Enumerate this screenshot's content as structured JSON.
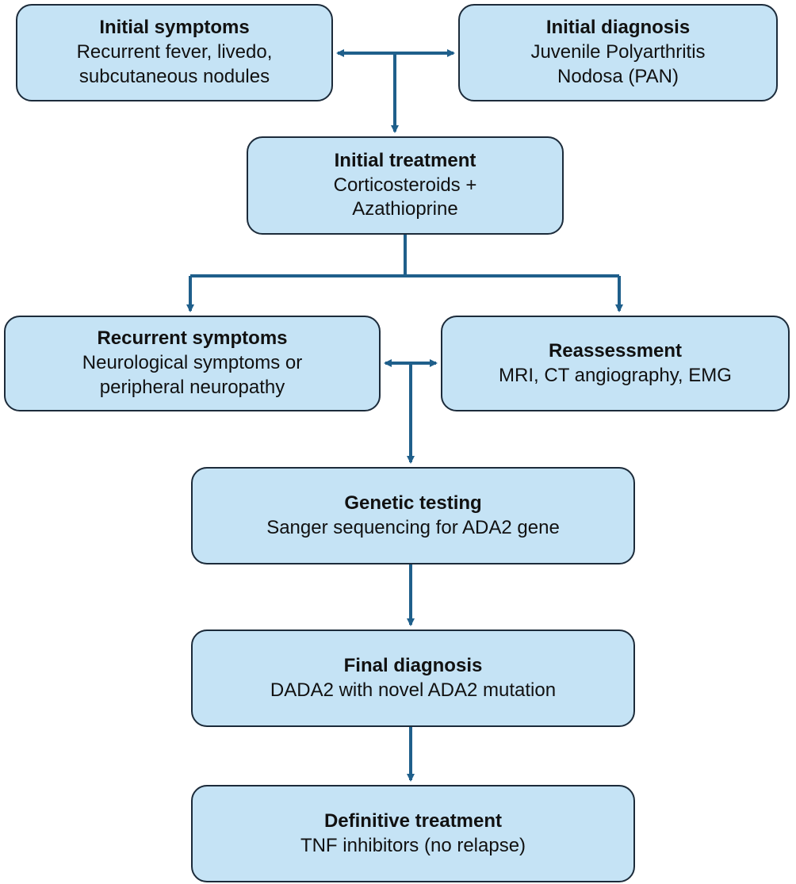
{
  "colors": {
    "box_fill": "#c5e3f5",
    "box_border": "#1c2b3a",
    "arrow": "#1f5f8b"
  },
  "boxes": {
    "initial_symptoms": {
      "title": "Initial symptoms",
      "text": "Recurrent fever, livedo,\nsubcutaneous nodules"
    },
    "initial_diagnosis": {
      "title": "Initial diagnosis",
      "text": "Juvenile Polyarthritis\nNodosa (PAN)"
    },
    "initial_treatment": {
      "title": "Initial treatment",
      "text": "Corticosteroids +\nAzathioprine"
    },
    "recurrent_symptoms": {
      "title": "Recurrent symptoms",
      "text": "Neurological symptoms or\nperipheral neuropathy"
    },
    "reassessment": {
      "title": "Reassessment",
      "text": "MRI, CT angiography, EMG"
    },
    "genetic_testing": {
      "title": "Genetic testing",
      "text": "Sanger sequencing for ADA2 gene"
    },
    "final_diagnosis": {
      "title": "Final diagnosis",
      "text": "DADA2 with novel ADA2 mutation"
    },
    "definitive_treatment": {
      "title": "Definitive treatment",
      "text": "TNF inhibitors (no relapse)"
    }
  }
}
